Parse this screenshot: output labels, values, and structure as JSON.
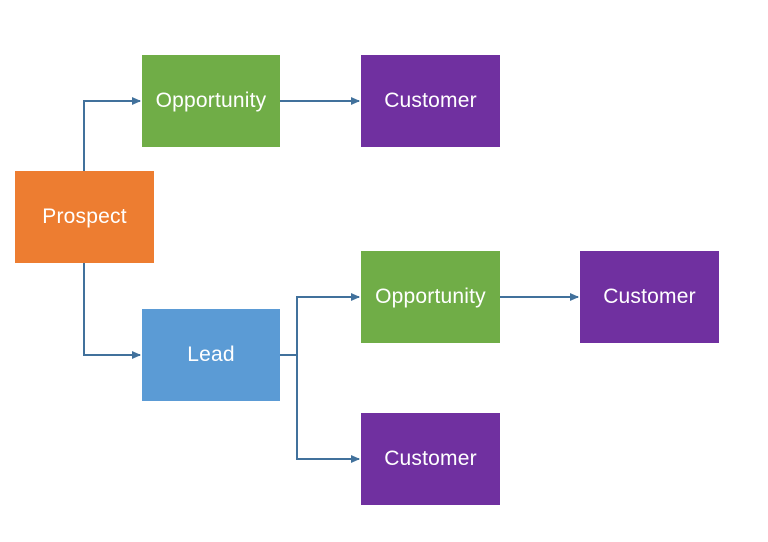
{
  "colors": {
    "prospect": "#ED7D31",
    "opportunity": "#70AD47",
    "customer": "#7030A0",
    "lead": "#5B9BD5",
    "connector": "#41719C"
  },
  "nodes": {
    "prospect": {
      "label": "Prospect",
      "kind": "prospect"
    },
    "opportunity_top": {
      "label": "Opportunity",
      "kind": "opportunity"
    },
    "customer_top": {
      "label": "Customer",
      "kind": "customer"
    },
    "lead": {
      "label": "Lead",
      "kind": "lead"
    },
    "opportunity_mid": {
      "label": "Opportunity",
      "kind": "opportunity"
    },
    "customer_mid": {
      "label": "Customer",
      "kind": "customer"
    },
    "customer_bottom": {
      "label": "Customer",
      "kind": "customer"
    }
  },
  "edges": [
    {
      "from": "prospect",
      "to": "opportunity_top"
    },
    {
      "from": "prospect",
      "to": "lead"
    },
    {
      "from": "opportunity_top",
      "to": "customer_top"
    },
    {
      "from": "lead",
      "to": "opportunity_mid"
    },
    {
      "from": "lead",
      "to": "customer_bottom"
    },
    {
      "from": "opportunity_mid",
      "to": "customer_mid"
    }
  ]
}
